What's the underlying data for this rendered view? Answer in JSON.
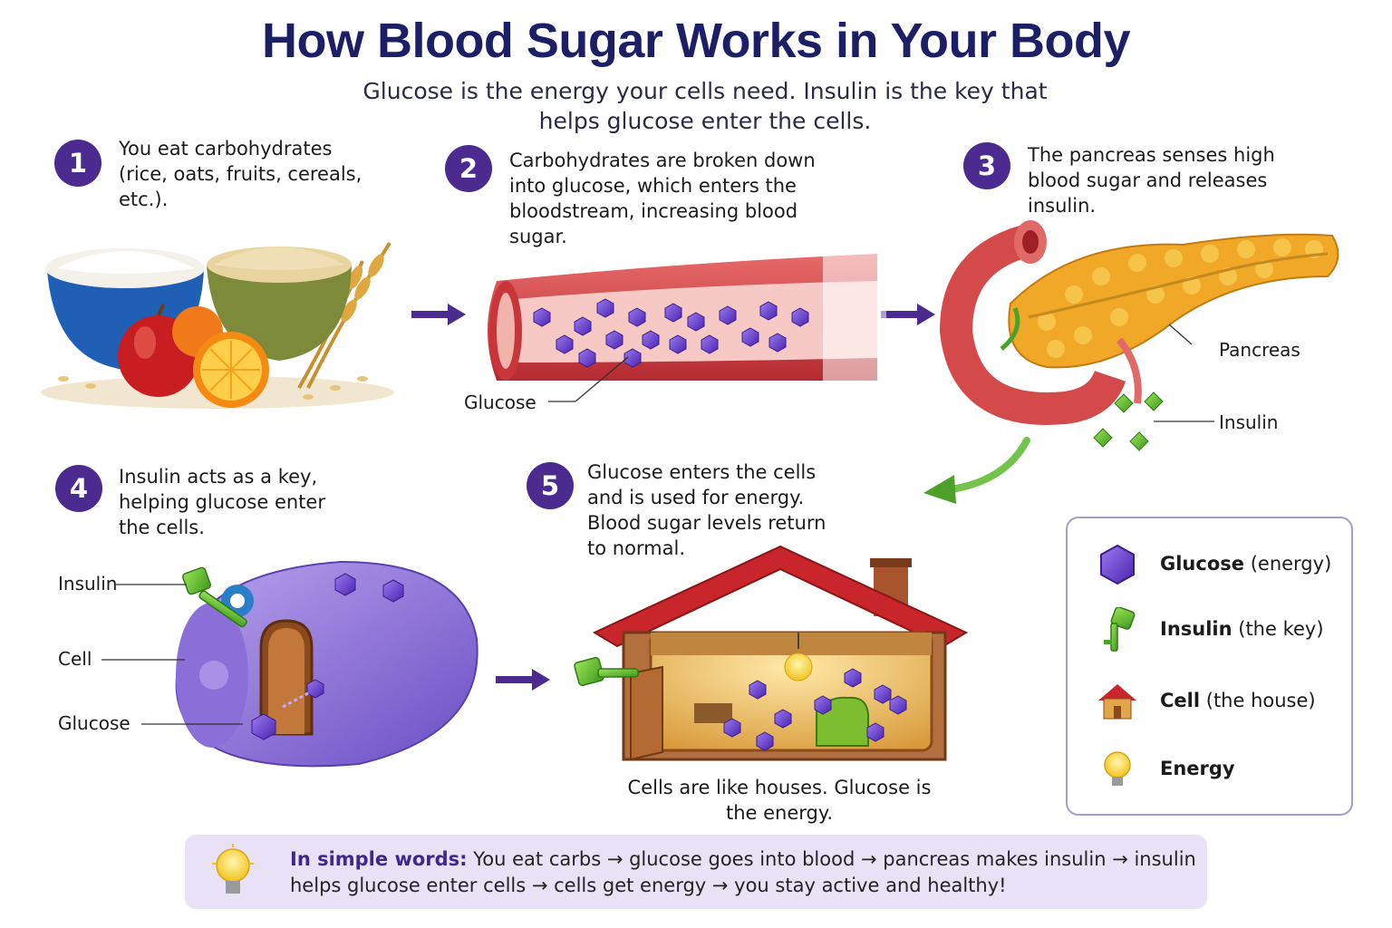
{
  "header": {
    "title": "How Blood Sugar Works in Your Body",
    "subtitle": "Glucose is the energy your cells need. Insulin is the key that helps glucose enter the cells."
  },
  "steps": [
    {
      "number": "1",
      "text": "You eat carbohydrates (rice, oats, fruits, cereals, etc.)."
    },
    {
      "number": "2",
      "text": "Carbohydrates are broken down into glucose, which enters the bloodstream, increasing blood sugar."
    },
    {
      "number": "3",
      "text": "The pancreas senses high blood sugar and releases insulin."
    },
    {
      "number": "4",
      "text": "Insulin acts as a key, helping glucose enter the cells."
    },
    {
      "number": "5",
      "text": "Glucose enters the cells and is used for energy. Blood sugar levels return to normal."
    }
  ],
  "labels": {
    "vessel_glucose": "Glucose",
    "pancreas": "Pancreas",
    "pancreas_insulin": "Insulin",
    "cell_insulin": "Insulin",
    "cell": "Cell",
    "cell_glucose": "Glucose"
  },
  "house_caption": "Cells are like houses. Glucose is the energy.",
  "legend": [
    {
      "icon": "glucose-hexagon-icon",
      "name": "Glucose",
      "note": "(energy)"
    },
    {
      "icon": "key-icon",
      "name": "Insulin",
      "note": "(the key)"
    },
    {
      "icon": "house-icon",
      "name": "Cell",
      "note": "(the house)"
    },
    {
      "icon": "lightbulb-icon",
      "name": "Energy",
      "note": ""
    }
  ],
  "summary": {
    "lead": "In simple words:",
    "text": "You eat carbs → glucose goes into blood → pancreas makes insulin → insulin helps glucose enter cells → cells get energy → you stay active and healthy!"
  },
  "colors": {
    "title": "#1d1f66",
    "badge": "#4b2b8f",
    "glucose": "#6a3fd1",
    "insulin": "#5cb82e",
    "arrow": "#4b2b8f",
    "summary_bg": "#e9e1f5"
  }
}
